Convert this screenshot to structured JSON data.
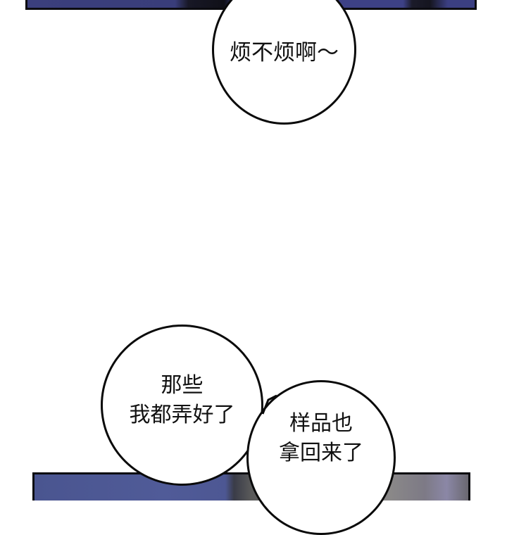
{
  "panels": {
    "top": {
      "description": "dark blue illustrated panel (bottom edge visible)"
    },
    "bottom": {
      "description": "blue and grey illustrated panel (top edge visible)"
    }
  },
  "bubbles": {
    "top": {
      "lines": [
        "烦不烦啊～"
      ]
    },
    "left": {
      "lines": [
        "那些",
        "我都弄好了"
      ]
    },
    "right": {
      "lines": [
        "样品也",
        "拿回来了"
      ]
    }
  },
  "colors": {
    "panel_blue": "#3d4186",
    "panel_grey": "#7a7a7a",
    "outline": "#0a0a0a",
    "background": "#ffffff"
  }
}
